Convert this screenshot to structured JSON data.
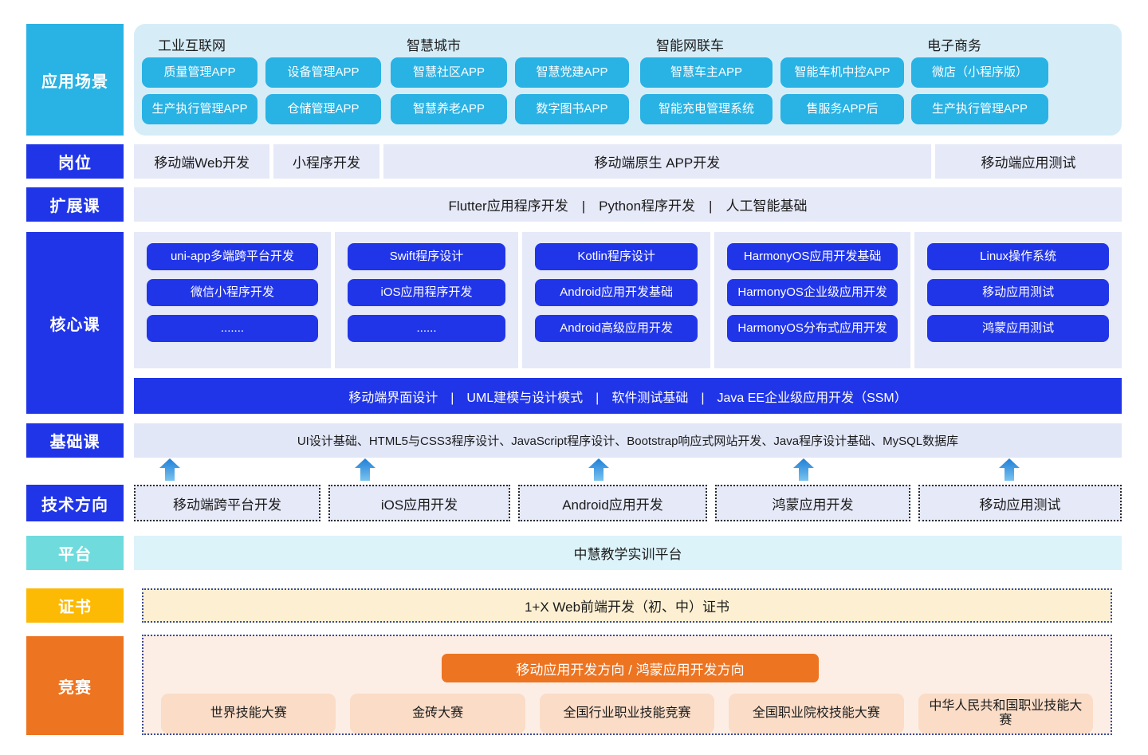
{
  "rows": {
    "scenario": {
      "label": "应用场景",
      "color": "#29b2e4"
    },
    "post": {
      "label": "岗位",
      "color": "#2135e8"
    },
    "extension": {
      "label": "扩展课",
      "color": "#2135e8"
    },
    "core": {
      "label": "核心课",
      "color": "#2135e8"
    },
    "basic": {
      "label": "基础课",
      "color": "#2135e8"
    },
    "tech": {
      "label": "技术方向",
      "color": "#2135e8"
    },
    "platform": {
      "label": "平台",
      "color": "#6fdbdd"
    },
    "certificate": {
      "label": "证书",
      "color": "#fcba05"
    },
    "competition": {
      "label": "竞赛",
      "color": "#ed7421"
    }
  },
  "scenario": {
    "categories": [
      {
        "title": "工业互联网"
      },
      {
        "title": "智慧城市"
      },
      {
        "title": "智能网联车"
      },
      {
        "title": "电子商务"
      }
    ],
    "groups": [
      {
        "apps_row1": [
          "质量管理APP",
          "设备管理APP"
        ],
        "apps_row2": [
          "生产执行管理APP",
          "仓储管理APP"
        ]
      },
      {
        "apps_row1": [
          "智慧社区APP",
          "智慧党建APP"
        ],
        "apps_row2": [
          "智慧养老APP",
          "数字图书APP"
        ]
      },
      {
        "apps_row1": [
          "智慧车主APP",
          "智能车机中控APP"
        ],
        "apps_row2": [
          "智能充电管理系统",
          "售服务APP后"
        ]
      },
      {
        "apps_row1": [
          "微店（小程序版）"
        ],
        "apps_row2": [
          "生产执行管理APP"
        ]
      }
    ]
  },
  "post": {
    "items": [
      "移动端Web开发",
      "小程序开发",
      "移动端原生 APP开发",
      "移动端应用测试"
    ]
  },
  "extension": {
    "text": "Flutter应用程序开发　|　Python程序开发　|　人工智能基础"
  },
  "core": {
    "columns": [
      {
        "courses": [
          "uni-app多端跨平台开发",
          "微信小程序开发",
          "......."
        ]
      },
      {
        "courses": [
          "Swift程序设计",
          "iOS应用程序开发",
          "......"
        ]
      },
      {
        "courses": [
          "Kotlin程序设计",
          "Android应用开发基础",
          "Android高级应用开发"
        ]
      },
      {
        "courses": [
          "HarmonyOS应用开发基础",
          "HarmonyOS企业级应用开发",
          "HarmonyOS分布式应用开发"
        ]
      },
      {
        "courses": [
          "Linux操作系统",
          "移动应用测试",
          "鸿蒙应用测试"
        ]
      }
    ],
    "wide_bar": "移动端界面设计　|　UML建模与设计模式　|　软件测试基础　|　Java EE企业级应用开发（SSM）"
  },
  "basic": {
    "text": "UI设计基础、HTML5与CSS3程序设计、JavaScript程序设计、Bootstrap响应式网站开发、Java程序设计基础、MySQL数据库"
  },
  "tech": {
    "items": [
      "移动端跨平台开发",
      "iOS应用开发",
      "Android应用开发",
      "鸿蒙应用开发",
      "移动应用测试"
    ]
  },
  "platform": {
    "text": "中慧教学实训平台"
  },
  "certificate": {
    "text": "1+X Web前端开发（初、中）证书"
  },
  "competition": {
    "banner": "移动应用开发方向 / 鸿蒙应用开发方向",
    "items": [
      "世界技能大赛",
      "金砖大赛",
      "全国行业职业技能竞赛",
      "全国职业院校技能大赛",
      "中华人民共和国职业技能大赛"
    ]
  },
  "arrows": {
    "icon": "arrow-up-icon",
    "count": 5,
    "color": "#3e9ae0"
  }
}
